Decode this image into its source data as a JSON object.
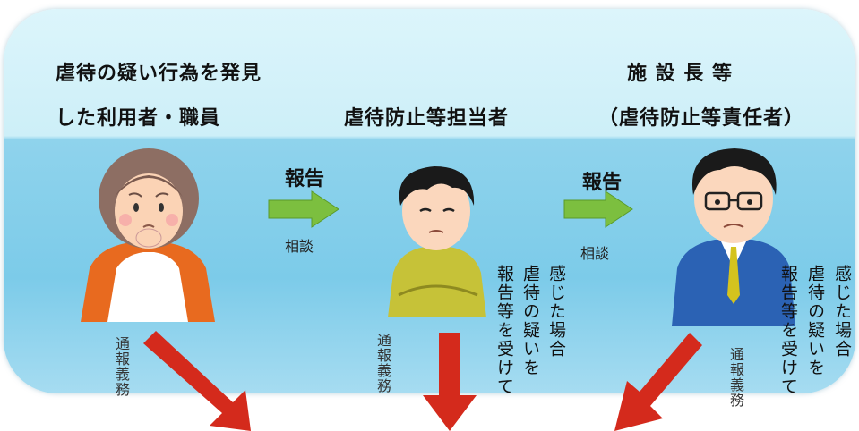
{
  "header": {
    "discoverer_line1": "虐待の疑い行為を発見",
    "discoverer_line2": "した利用者・職員",
    "officer": "虐待防止等担当者",
    "director_line1": "施 設 長 等",
    "director_line2": "（虐待防止等責任者）"
  },
  "flows": {
    "report_label": "報告",
    "consult_label": "相談"
  },
  "notes": {
    "duty": "通報義務",
    "felt": "感じた場合",
    "suspicion": "虐待の疑いを",
    "received": "報告等を受けて"
  },
  "colors": {
    "green_arrow": "#7cbf3f",
    "red_arrow": "#d42a1c",
    "panel_top": "#d6f3fa",
    "panel_bottom": "#7ccbe9"
  }
}
